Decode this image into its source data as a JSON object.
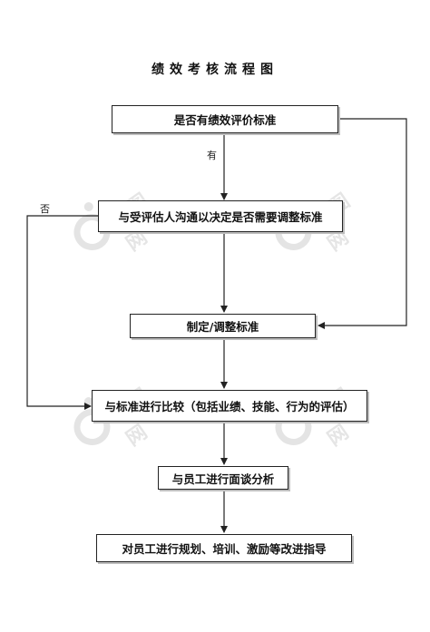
{
  "title": "绩效考核流程图",
  "nodes": {
    "n1": "是否有绩效评价标准",
    "n2": "与受评估人沟通以决定是否需要调整标准",
    "n3": "制定/调整标准",
    "n4": "与标准进行比较（包括业绩、技能、行为的评估）",
    "n5": "与员工进行面谈分析",
    "n6": "对员工进行规划、培训、激励等改进指导"
  },
  "edge_labels": {
    "yes": "有",
    "no": "否"
  },
  "watermark": {
    "text": "包图网"
  },
  "colors": {
    "line": "#222222",
    "shadow": "#bdbdbd"
  }
}
